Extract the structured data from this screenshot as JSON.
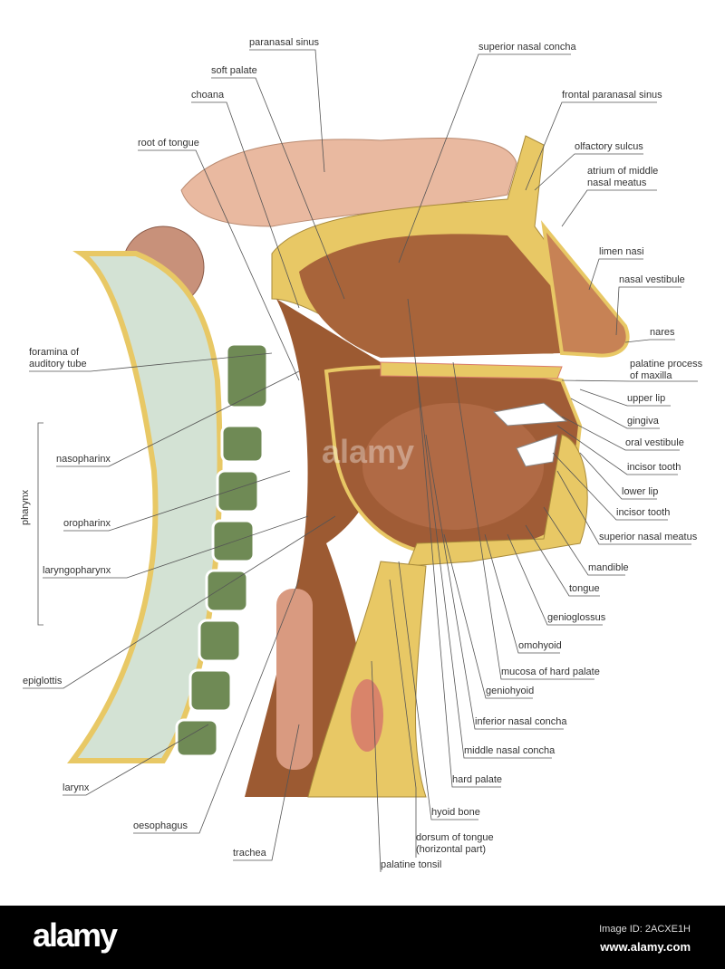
{
  "labels_top": {
    "paranasal_sinus": "paranasal sinus",
    "superior_nasal_concha": "superior nasal concha",
    "soft_palate": "soft palate",
    "choana": "choana",
    "root_of_tongue": "root of tongue"
  },
  "labels_right": {
    "frontal_paranasal_sinus": "frontal paranasal sinus",
    "olfactory_sulcus": "olfactory sulcus",
    "atrium_1": "atrium of middle",
    "atrium_2": "nasal meatus",
    "limen_nasi": "limen nasi",
    "nasal_vestibule": "nasal vestibule",
    "nares": "nares",
    "palatine_1": "palatine process",
    "palatine_2": "of maxilla",
    "upper_lip": "upper lip",
    "gingiva": "gingiva",
    "oral_vestibule": "oral vestibule",
    "incisor_tooth_1": "incisor tooth",
    "lower_lip": "lower lip",
    "incisor_tooth_2": "incisor tooth",
    "superior_nasal_meatus": "superior nasal meatus",
    "mandible": "mandible",
    "tongue": "tongue",
    "genioglossus": "genioglossus",
    "omohyoid": "omohyoid",
    "mucosa_of_hard_palate": "mucosa of hard palate",
    "geniohyoid": "geniohyoid",
    "inferior_nasal_concha": "inferior nasal concha",
    "middle_nasal_concha": "middle nasal concha",
    "hard_palate": "hard palate",
    "hyoid_bone": "hyoid bone",
    "dorsum_1": "dorsum of tongue",
    "dorsum_2": "(horizontal part)",
    "palatine_tonsil": "palatine tonsil"
  },
  "labels_left": {
    "foramina_1": "foramina of",
    "foramina_2": "auditory tube",
    "pharynx": "pharynx",
    "nasopharinx": "nasopharinx",
    "oropharinx": "oropharinx",
    "laryngopharynx": "laryngopharynx",
    "epiglottis": "epiglottis",
    "larynx": "larynx",
    "oesophagus": "oesophagus",
    "trachea": "trachea"
  },
  "watermark": "alamy",
  "footer": {
    "logo": "alamy",
    "image_id": "Image ID: 2ACXE1H",
    "url": "www.alamy.com"
  },
  "colors": {
    "tissue": "#9c5a32",
    "bone": "#e8c865",
    "mucosa": "#d9846a",
    "vertebra": "#6f8a55",
    "footer": "#000000"
  }
}
